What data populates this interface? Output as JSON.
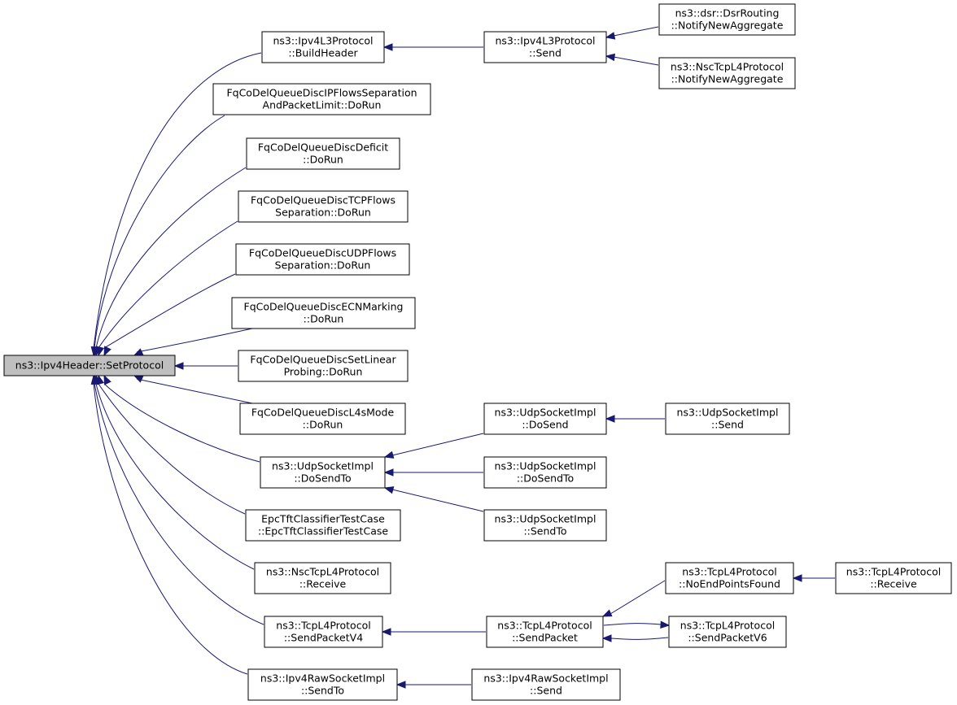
{
  "colors": {
    "edge": "#191970",
    "root_fill": "#bfbfbf",
    "node_fill": "#ffffff",
    "node_border": "#000000"
  },
  "nodes": [
    {
      "id": "root",
      "lines": [
        "ns3::Ipv4Header::SetProtocol"
      ]
    },
    {
      "id": "ipv4l3-buildheader",
      "lines": [
        "ns3::Ipv4L3Protocol",
        "::BuildHeader"
      ]
    },
    {
      "id": "ipv4l3-send",
      "lines": [
        "ns3::Ipv4L3Protocol",
        "::Send"
      ]
    },
    {
      "id": "dsr-notify",
      "lines": [
        "ns3::dsr::DsrRouting",
        "::NotifyNewAggregate"
      ]
    },
    {
      "id": "nsctcp-notify",
      "lines": [
        "ns3::NscTcpL4Protocol",
        "::NotifyNewAggregate"
      ]
    },
    {
      "id": "fq-ipflows",
      "lines": [
        "FqCoDelQueueDiscIPFlowsSeparation",
        "AndPacketLimit::DoRun"
      ]
    },
    {
      "id": "fq-deficit",
      "lines": [
        "FqCoDelQueueDiscDeficit",
        "::DoRun"
      ]
    },
    {
      "id": "fq-tcpflows",
      "lines": [
        "FqCoDelQueueDiscTCPFlows",
        "Separation::DoRun"
      ]
    },
    {
      "id": "fq-udpflows",
      "lines": [
        "FqCoDelQueueDiscUDPFlows",
        "Separation::DoRun"
      ]
    },
    {
      "id": "fq-ecn",
      "lines": [
        "FqCoDelQueueDiscECNMarking",
        "::DoRun"
      ]
    },
    {
      "id": "fq-linear",
      "lines": [
        "FqCoDelQueueDiscSetLinear",
        "Probing::DoRun"
      ]
    },
    {
      "id": "fq-l4s",
      "lines": [
        "FqCoDelQueueDiscL4sMode",
        "::DoRun"
      ]
    },
    {
      "id": "udp-dosendto",
      "lines": [
        "ns3::UdpSocketImpl",
        "::DoSendTo"
      ]
    },
    {
      "id": "udp-dosend",
      "lines": [
        "ns3::UdpSocketImpl",
        "::DoSend"
      ]
    },
    {
      "id": "udp-send",
      "lines": [
        "ns3::UdpSocketImpl",
        "::Send"
      ]
    },
    {
      "id": "udp-dosendto2",
      "lines": [
        "ns3::UdpSocketImpl",
        "::DoSendTo"
      ]
    },
    {
      "id": "udp-sendto",
      "lines": [
        "ns3::UdpSocketImpl",
        "::SendTo"
      ]
    },
    {
      "id": "epc",
      "lines": [
        "EpcTftClassifierTestCase",
        "::EpcTftClassifierTestCase"
      ]
    },
    {
      "id": "nsctcp-receive",
      "lines": [
        "ns3::NscTcpL4Protocol",
        "::Receive"
      ]
    },
    {
      "id": "tcp-sendpacketv4",
      "lines": [
        "ns3::TcpL4Protocol",
        "::SendPacketV4"
      ]
    },
    {
      "id": "tcp-sendpacket",
      "lines": [
        "ns3::TcpL4Protocol",
        "::SendPacket"
      ]
    },
    {
      "id": "tcp-noendpoints",
      "lines": [
        "ns3::TcpL4Protocol",
        "::NoEndPointsFound"
      ]
    },
    {
      "id": "tcp-receive",
      "lines": [
        "ns3::TcpL4Protocol",
        "::Receive"
      ]
    },
    {
      "id": "tcp-sendpacketv6",
      "lines": [
        "ns3::TcpL4Protocol",
        "::SendPacketV6"
      ]
    },
    {
      "id": "raw-sendto",
      "lines": [
        "ns3::Ipv4RawSocketImpl",
        "::SendTo"
      ]
    },
    {
      "id": "raw-send",
      "lines": [
        "ns3::Ipv4RawSocketImpl",
        "::Send"
      ]
    }
  ],
  "edges": [
    {
      "from": "ipv4l3-buildheader",
      "to": "root"
    },
    {
      "from": "fq-ipflows",
      "to": "root"
    },
    {
      "from": "fq-deficit",
      "to": "root"
    },
    {
      "from": "fq-tcpflows",
      "to": "root"
    },
    {
      "from": "fq-udpflows",
      "to": "root"
    },
    {
      "from": "fq-ecn",
      "to": "root"
    },
    {
      "from": "fq-linear",
      "to": "root"
    },
    {
      "from": "fq-l4s",
      "to": "root"
    },
    {
      "from": "udp-dosendto",
      "to": "root"
    },
    {
      "from": "epc",
      "to": "root"
    },
    {
      "from": "nsctcp-receive",
      "to": "root"
    },
    {
      "from": "tcp-sendpacketv4",
      "to": "root"
    },
    {
      "from": "raw-sendto",
      "to": "root"
    },
    {
      "from": "ipv4l3-send",
      "to": "ipv4l3-buildheader"
    },
    {
      "from": "dsr-notify",
      "to": "ipv4l3-send"
    },
    {
      "from": "nsctcp-notify",
      "to": "ipv4l3-send"
    },
    {
      "from": "udp-dosend",
      "to": "udp-dosendto"
    },
    {
      "from": "udp-dosendto2",
      "to": "udp-dosendto"
    },
    {
      "from": "udp-sendto",
      "to": "udp-dosendto"
    },
    {
      "from": "udp-send",
      "to": "udp-dosend"
    },
    {
      "from": "tcp-sendpacket",
      "to": "tcp-sendpacketv4"
    },
    {
      "from": "tcp-noendpoints",
      "to": "tcp-sendpacket"
    },
    {
      "from": "tcp-sendpacketv6",
      "to": "tcp-sendpacket"
    },
    {
      "from": "tcp-sendpacket",
      "to": "tcp-sendpacketv6"
    },
    {
      "from": "tcp-receive",
      "to": "tcp-noendpoints"
    },
    {
      "from": "raw-send",
      "to": "raw-sendto"
    }
  ]
}
